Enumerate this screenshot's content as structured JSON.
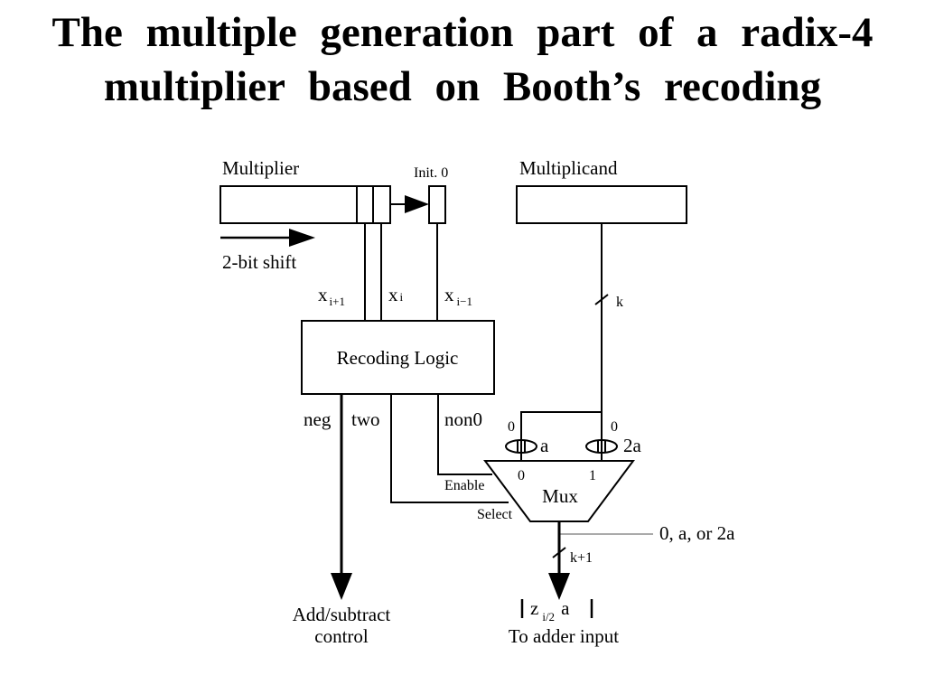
{
  "title": {
    "line1": "The multiple generation part of a radix-4",
    "line2": "multiplier based on Booth’s recoding"
  },
  "diagram": {
    "multiplier_label": "Multiplier",
    "init_label": "Init. 0",
    "multiplicand_label": "Multiplicand",
    "shift_label": "2-bit shift",
    "x_label": "x",
    "x_i_plus_1_sub": "i+1",
    "x_i_sub": "i",
    "x_i_minus_1_sub": "i−1",
    "k_label": "k",
    "recoding_label": "Recoding Logic",
    "neg_label": "neg",
    "two_label": "two",
    "non0_label": "non0",
    "zero_left": "0",
    "zero_right": "0",
    "a_label": "a",
    "two_a_label": "2a",
    "mux_in0": "0",
    "mux_in1": "1",
    "enable_label": "Enable",
    "select_label": "Select",
    "mux_label": "Mux",
    "mux_output_label": "0, a, or 2a",
    "k_plus_1_label": "k+1",
    "add_sub_line1": "Add/subtract",
    "add_sub_line2": "control",
    "z_label": "z",
    "z_sub": "i/2",
    "z_a_label": "a",
    "adder_label": "To adder input"
  }
}
